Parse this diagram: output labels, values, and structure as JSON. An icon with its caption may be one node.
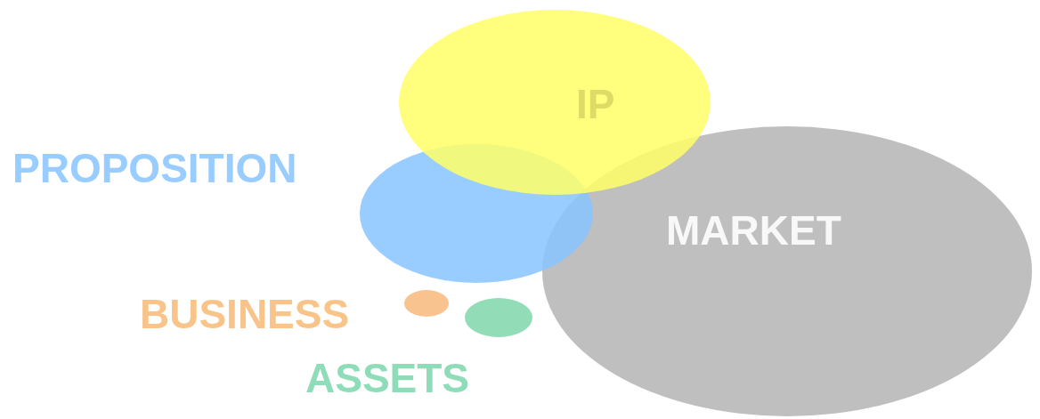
{
  "diagram": {
    "nodes": [
      {
        "text": [
          "IP"
        ]
      },
      {
        "text": [
          "PROPOSITION"
        ]
      },
      {
        "text": [
          "MARKET"
        ]
      },
      {
        "text": [
          "BUSINESS"
        ]
      },
      {
        "text": [
          "ASSETS"
        ]
      }
    ]
  }
}
